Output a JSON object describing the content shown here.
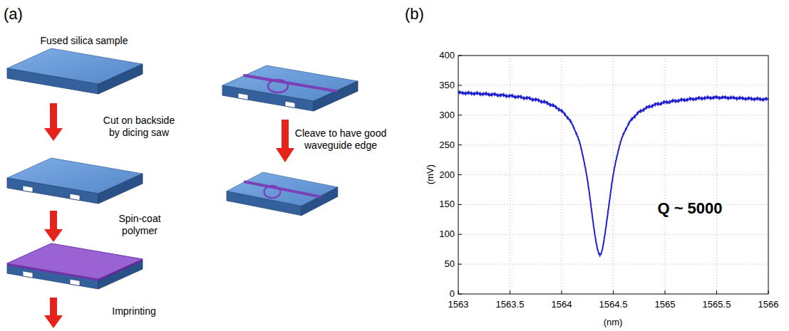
{
  "diagram": {
    "labels": [
      "(a)",
      "Fused silica sample",
      "Cut on backside by dicing saw",
      "Spin-coat polymer",
      "Imprinting",
      "Cleave to have good waveguide edge",
      "(b)",
      "Q ~ 5000",
      "(mV)",
      "(nm)",
      "400",
      "350",
      "300",
      "250",
      "200",
      "150",
      "100",
      "50",
      "0",
      "1563",
      "1563.5",
      "1564",
      "1564.5",
      "1565",
      "1565.5",
      "1566"
    ]
  }
}
